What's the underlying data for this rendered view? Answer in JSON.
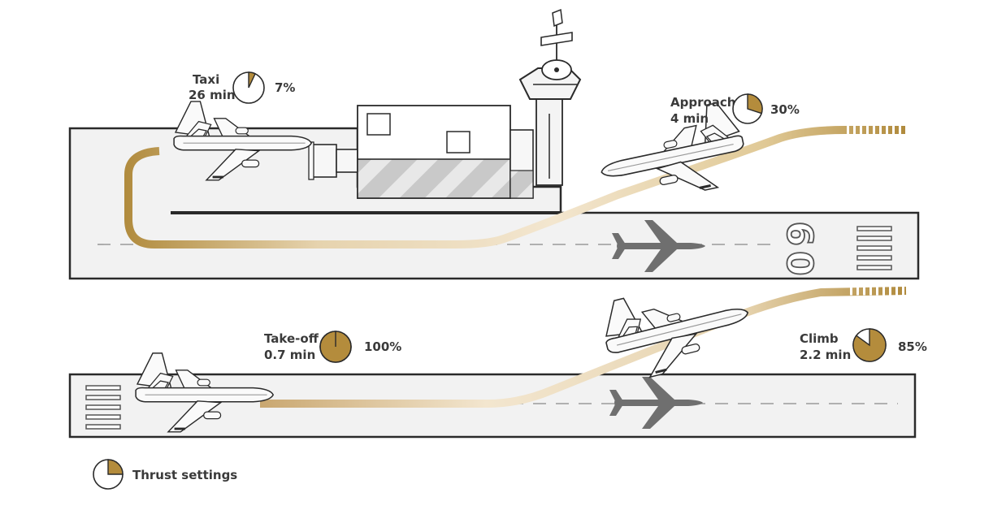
{
  "phases": [
    {
      "id": "taxi",
      "label": "Taxi",
      "duration": "26 min",
      "thrust_text": "7%",
      "thrust_fraction": 0.07
    },
    {
      "id": "approach",
      "label": "Approach",
      "duration": "4 min",
      "thrust_text": "30%",
      "thrust_fraction": 0.3
    },
    {
      "id": "takeoff",
      "label": "Take-off",
      "duration": "0.7 min",
      "thrust_text": "100%",
      "thrust_fraction": 1.0
    },
    {
      "id": "climb",
      "label": "Climb",
      "duration": "2.2 min",
      "thrust_text": "85%",
      "thrust_fraction": 0.85
    }
  ],
  "runway": {
    "number": "09"
  },
  "legend": {
    "label": "Thrust settings",
    "sample_fraction": 0.25
  },
  "colors": {
    "thrust": "#b48c3c",
    "path_dark": "#b08a3c",
    "path_light": "#f3e6cf",
    "runway": "#f2f2f2",
    "outline": "#2a2a2a",
    "shadow": "#6f6f6f",
    "aircraft": "#fafafa"
  }
}
